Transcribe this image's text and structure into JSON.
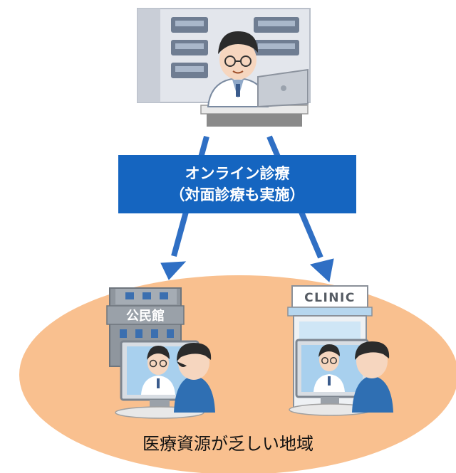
{
  "method_label": {
    "line1": "オンライン診療",
    "line2": "（対面診療も実施）"
  },
  "region_label": "医療資源が乏しい地域",
  "community_center_sign": "公民館",
  "clinic_sign": "CLINIC",
  "colors": {
    "region_fill": "#f9c08f",
    "label_box": "#1565c0",
    "arrow": "#2f6fc4",
    "hospital_wall": "#e3e6ec",
    "doctor_coat": "#ffffff"
  }
}
